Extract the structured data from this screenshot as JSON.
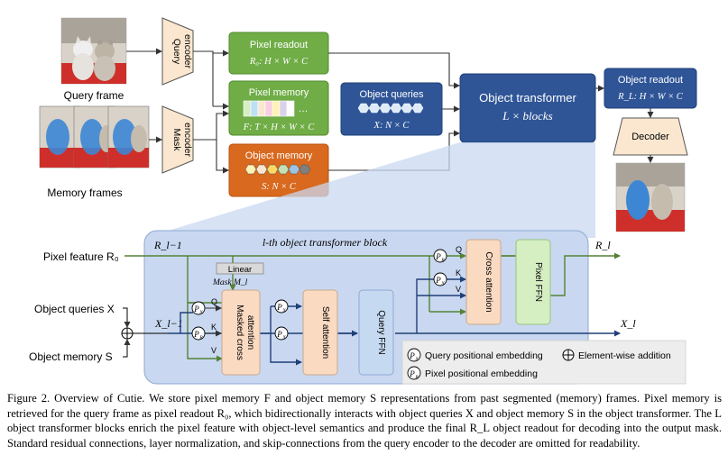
{
  "colors": {
    "green_header": "#4f8a2b",
    "green_body": "#70ad47",
    "orange_header": "#b8530e",
    "orange_body": "#d8691f",
    "blue_box": "#2f5597",
    "blue_dark": "#1f3f77",
    "block_bg": "#c9d8f0",
    "encoder_fill": "#fbe7cf",
    "attention_fill": "#fbdac2",
    "ffn_fill": "#c5d9f1",
    "pixel_ffn_fill": "#d5eec2",
    "legend_bg": "#ededed"
  },
  "top": {
    "query_frame_label": "Query frame",
    "memory_frames_label": "Memory frames",
    "query_encoder": [
      "Query",
      "encoder"
    ],
    "mask_encoder": [
      "Mask",
      "encoder"
    ],
    "pixel_readout": {
      "title": "Pixel readout",
      "formula": "R₀: H × W × C"
    },
    "pixel_memory": {
      "title": "Pixel memory",
      "formula": "F: T × H × W × C",
      "ellipsis": "…"
    },
    "object_memory": {
      "title": "Object memory",
      "formula": "S:  N × C"
    },
    "object_queries": {
      "title": "Object queries",
      "formula": "X:  N × C"
    },
    "object_transformer": {
      "title": "Object transformer",
      "subtitle": "L × blocks"
    },
    "object_readout": {
      "title": "Object readout",
      "formula": "R_L: H × W × C"
    },
    "decoder": "Decoder"
  },
  "block": {
    "title": "l-th object transformer block",
    "pixel_feature_label": "Pixel feature R₀",
    "object_queries_label": "Object queries  X",
    "object_memory_label": "Object memory  S",
    "r_in": "R_l−1",
    "x_in": "X_l−1",
    "r_out": "R_l",
    "x_out": "X_l",
    "linear": "Linear",
    "mask": "Mask M_l",
    "masked_cross_attention": [
      "Masked cross",
      "attention"
    ],
    "self_attention": "Self attention",
    "query_ffn": "Query FFN",
    "cross_attention": "Cross attention",
    "pixel_ffn": "Pixel FFN",
    "q": "Q",
    "k": "K",
    "v": "V",
    "px": "P",
    "px_sub_x": "X",
    "px_sub_r": "R",
    "plus": "⊕",
    "legend_query_pe": "Query positional embedding",
    "legend_pixel_pe": "Pixel positional embedding",
    "legend_add": "Element-wise addition"
  },
  "caption": "Figure 2. Overview of Cutie. We store pixel memory F and object memory S representations from past segmented (memory) frames. Pixel memory is retrieved for the query frame as pixel readout R₀, which bidirectionally interacts with object queries X and object memory S in the object transformer. The L object transformer blocks enrich the pixel feature with object-level semantics and produce the final R_L object readout for decoding into the output mask. Standard residual connections, layer normalization, and skip-connections from the query encoder to the decoder are omitted for readability."
}
